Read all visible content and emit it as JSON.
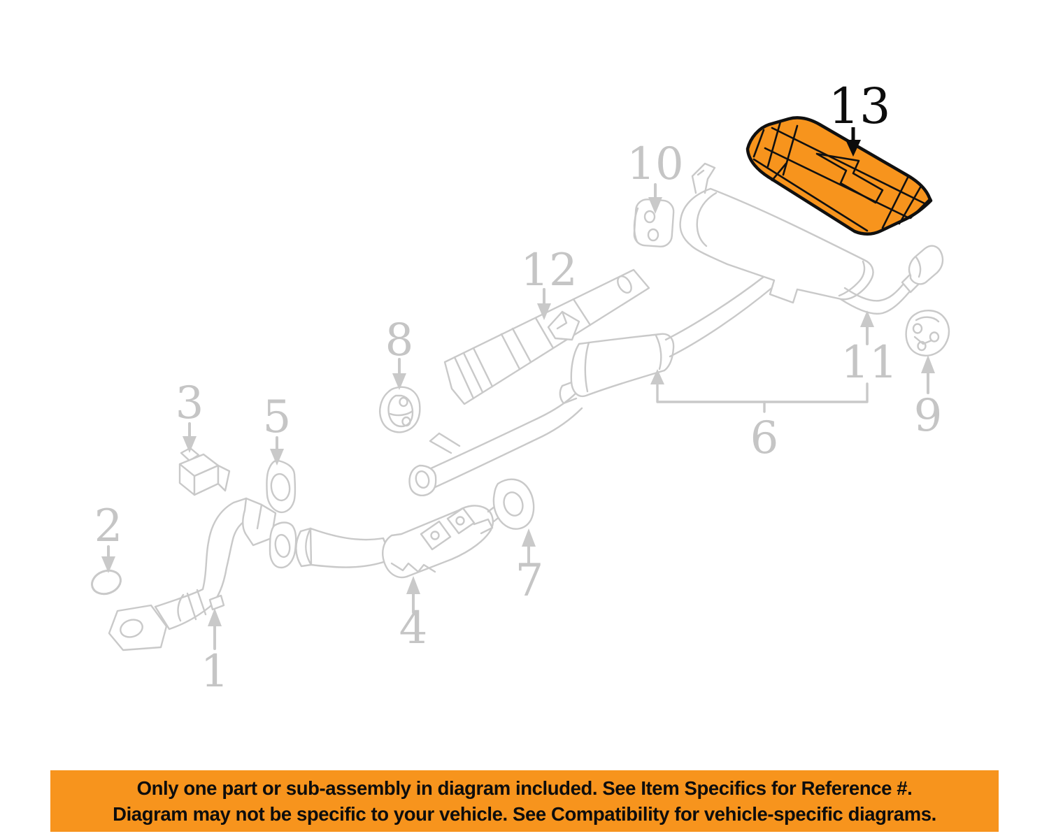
{
  "diagram": {
    "title_note": "exhaust system parts diagram",
    "callouts": [
      {
        "label": "1"
      },
      {
        "label": "2"
      },
      {
        "label": "3"
      },
      {
        "label": "4"
      },
      {
        "label": "5"
      },
      {
        "label": "6"
      },
      {
        "label": "7"
      },
      {
        "label": "8"
      },
      {
        "label": "9"
      },
      {
        "label": "10"
      },
      {
        "label": "11"
      },
      {
        "label": "12"
      },
      {
        "label": "13"
      }
    ],
    "highlighted_callout": "13",
    "colors": {
      "line": "#C9C9C9",
      "label": "#C5C5C5",
      "highlight": "#F7941D",
      "highlight_outline": "#101010",
      "highlight_label": "#0C0C0C"
    }
  },
  "banner": {
    "background": "#F7941D",
    "text_color": "#0D0D0D",
    "lines": [
      "Only one part or sub-assembly in diagram included. See Item Specifics for Reference #.",
      "Diagram may not be specific to your vehicle. See Compatibility for vehicle-specific diagrams."
    ]
  }
}
